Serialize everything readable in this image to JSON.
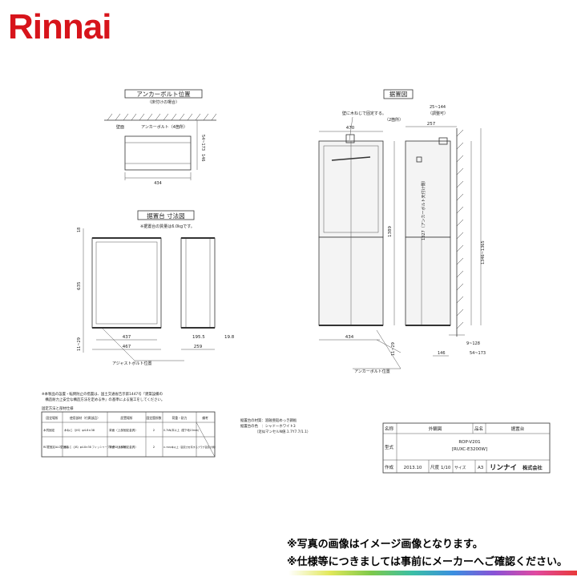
{
  "brand": {
    "logo_text": "Rinnai",
    "color": "#d7141b"
  },
  "anchor_view": {
    "title": "アンカーボルト位置",
    "subtitle": "（床付けの場合）",
    "wall_label": "壁面",
    "bolt_label": "アンカーボルト（4箇所）",
    "dim_width": "434",
    "dim_depth": "146",
    "dim_range": "54~173"
  },
  "stand_view": {
    "title": "据置台 寸法図",
    "weight_note": "※据置台の質量は6.0kgです。",
    "dim_top": "18",
    "dim_height": "635",
    "dim_gap": "11~29",
    "dim_inner": "437",
    "dim_outer": "467",
    "dim_side": "195.5",
    "dim_side2": "19.8",
    "dim_depth": "259",
    "bolt_label": "アジャストボルト位置"
  },
  "install_view": {
    "title": "据置図",
    "wall_note": "壁に木ねじで固定する。",
    "wall_note2": "（2箇所）",
    "dim_470": "470",
    "dim_25_144": "25~144",
    "dim_adjust": "（調整可）",
    "dim_257": "257",
    "dim_1389": "1389",
    "dim_vert": "1327（アンカーボルト天付け側）",
    "dim_range_vert": "1346~1365",
    "dim_11_29": "11~29",
    "dim_434": "434",
    "dim_146": "146",
    "dim_9_128": "9~128",
    "dim_54_173": "54~173",
    "anchor_label": "アンカーボルト位置"
  },
  "notes": {
    "n1": "※本製品の設置・転倒防止の措置は、国土交通省告示第1447号『建築設備の",
    "n2": "　構造耐力上安全な構造方法を定める件』の基準による施工をしてください。",
    "fix_title": "固定方法と部材仕様",
    "table_headers": [
      "固定場所",
      "使用部材（付属部品）",
      "設置場所",
      "固定箇所数",
      "荷重・耐力",
      "備考"
    ],
    "row1": [
      "木質固定",
      "木ねじ（JIS）φ4.8×38",
      "背面（上部固定金具）",
      "2",
      "0.7kN/本以上（壁下地15mm）",
      ""
    ],
    "row2": [
      "RC壁固定ALC壁固定",
      "木ねじ（JIS）φ4.8×38 フィッシャープラグSX 6×30",
      "背面（上部固定金具）",
      "2",
      "0.7kN/本以上（固定力を有するプラグ固定の例）",
      ""
    ],
    "material1": "据置台の材質：溶融亜鉛めっき鋼板",
    "material2": "据置台の色　：シャドーホワイト3",
    "material3": "（近似マンセルN値.1.7Y7.7/1.1）"
  },
  "title_block": {
    "name_label": "名称",
    "name_value": "外観図",
    "product_label": "品名",
    "product_value": "据置台",
    "model_label": "型式",
    "model_value": "ROP-V201",
    "model_sub": "[RUXC-E3200W]",
    "created_label": "作成",
    "date": "2013.10",
    "scale_label": "尺度",
    "scale_value": "1/10",
    "size_label": "サイズ",
    "size_value": "A3",
    "company": "リンナイ",
    "company_suffix": "株式会社"
  },
  "footer": {
    "line1": "※写真の画像はイメージ画像となります。",
    "line2": "※仕様等につきましては事前にメーカーへご確認ください。"
  }
}
